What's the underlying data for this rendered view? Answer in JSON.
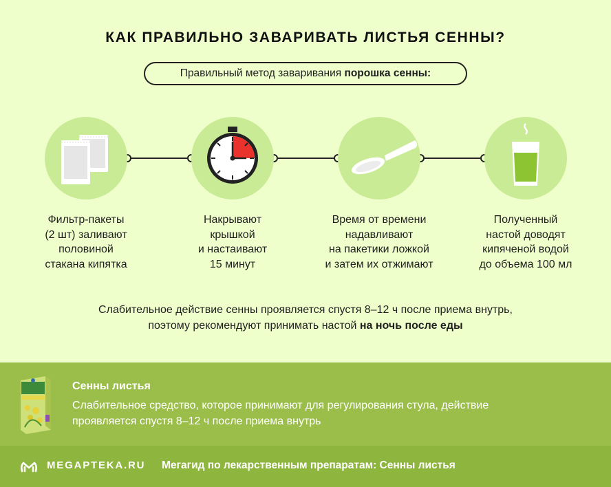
{
  "title": "КАК ПРАВИЛЬНО ЗАВАРИВАТЬ ЛИСТЬЯ СЕННЫ?",
  "method": {
    "prefix": "Правильный метод заваривания",
    "bold": "порошка сенны:"
  },
  "steps": [
    {
      "icon": "filter-bags-icon",
      "text": "Фильтр-пакеты\n(2 шт) заливают\nполовиной\nстакана кипятка"
    },
    {
      "icon": "timer-icon",
      "text": "Накрывают\nкрышкой\nи настаивают\n15 минут"
    },
    {
      "icon": "spoon-icon",
      "text": "Время от времени\nнадавливают\nна пакетики ложкой\nи затем их отжимают"
    },
    {
      "icon": "glass-icon",
      "text": "Полученный\nнастой доводят\nкипяченой водой\nдо объема 100 мл"
    }
  ],
  "note": {
    "line1": "Слабительное действие сенны проявляется спустя 8–12 ч после приема внутрь,",
    "line2_prefix": "поэтому рекомендуют принимать настой",
    "line2_bold": "на ночь после еды"
  },
  "product": {
    "title": "Сенны листья",
    "description": "Слабительное средство, которое принимают для регулирования стула, действие проявляется спустя 8–12 ч после приема внутрь"
  },
  "footer": {
    "logo": "MEGAPTEKA.RU",
    "text": "Мегагид по лекарственным препаратам: Сенны листья"
  },
  "colors": {
    "background": "#efffcb",
    "circle": "#c9eb95",
    "band": "#9bbe4a",
    "footer": "#8eb53e",
    "timer_accent": "#e8322b"
  }
}
